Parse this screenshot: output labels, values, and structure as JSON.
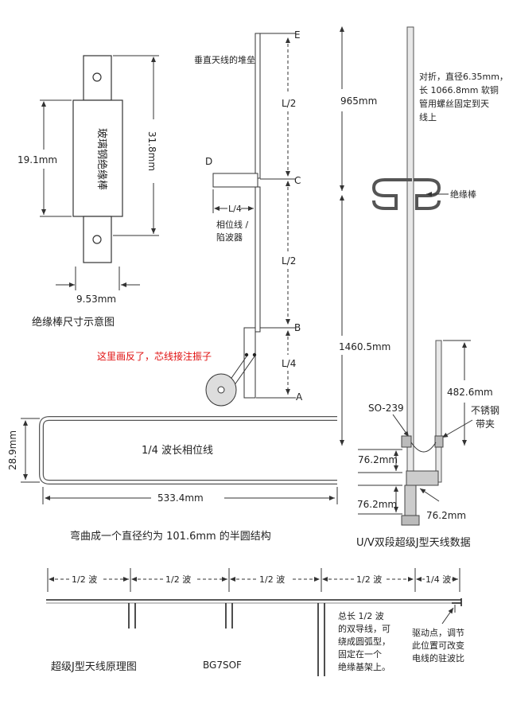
{
  "insulator": {
    "material_label": "玻璃钢绝缘棒",
    "height_dim": "19.1mm",
    "length_dim": "31.8mm",
    "width_dim": "9.53mm",
    "caption": "绝缘棒尺寸示意图"
  },
  "j_schematic": {
    "label_top": "垂直天线的堆垒",
    "points": {
      "e": "E",
      "d": "D",
      "c": "C",
      "b": "B",
      "a": "A"
    },
    "dim_half_upper": "L/2",
    "dim_half_lower": "L/2",
    "dim_quarter_stub": "L/4",
    "dim_quarter_bottom": "L/4",
    "stub_label_1": "相位线 /",
    "stub_label_2": "陷波器",
    "note_red": "这里画反了，芯线接注振子"
  },
  "phasing_line": {
    "label": "1/4 波长相位线",
    "height_dim": "28.9mm",
    "length_dim": "533.4mm",
    "caption": "弯曲成一个直径约为 101.6mm 的半圆结构"
  },
  "uv_antenna": {
    "top_note_1": "对折，直径6.35mm，",
    "top_note_2": "长 1066.8mm 软铜",
    "top_note_3": "管用螺丝固定到天",
    "top_note_4": "线上",
    "insulator_label": "绝缘棒",
    "dim_top": "965mm",
    "dim_middle": "1460.5mm",
    "dim_stub": "482.6mm",
    "connector": "SO-239",
    "clamp_1": "不锈钢",
    "clamp_2": "带夹",
    "dim_76_left": "76.2mm",
    "dim_76_bottom_left": "76.2mm",
    "dim_76_bottom_right": "76.2mm",
    "caption": "U/V双段超级J型天线数据"
  },
  "super_j": {
    "segments": [
      "1/2 波",
      "1/2 波",
      "1/2 波",
      "1/2 波",
      "1/4 波"
    ],
    "note_left_1": "总长 1/2 波",
    "note_left_2": "的双导线，可",
    "note_left_3": "绕成圆弧型，",
    "note_left_4": "固定在一个",
    "note_left_5": "绝缘基架上。",
    "note_right_1": "驱动点，调节",
    "note_right_2": "此位置可改变",
    "note_right_3": "电线的驻波比",
    "caption": "超级J型天线原理图",
    "author": "BG7SOF"
  }
}
